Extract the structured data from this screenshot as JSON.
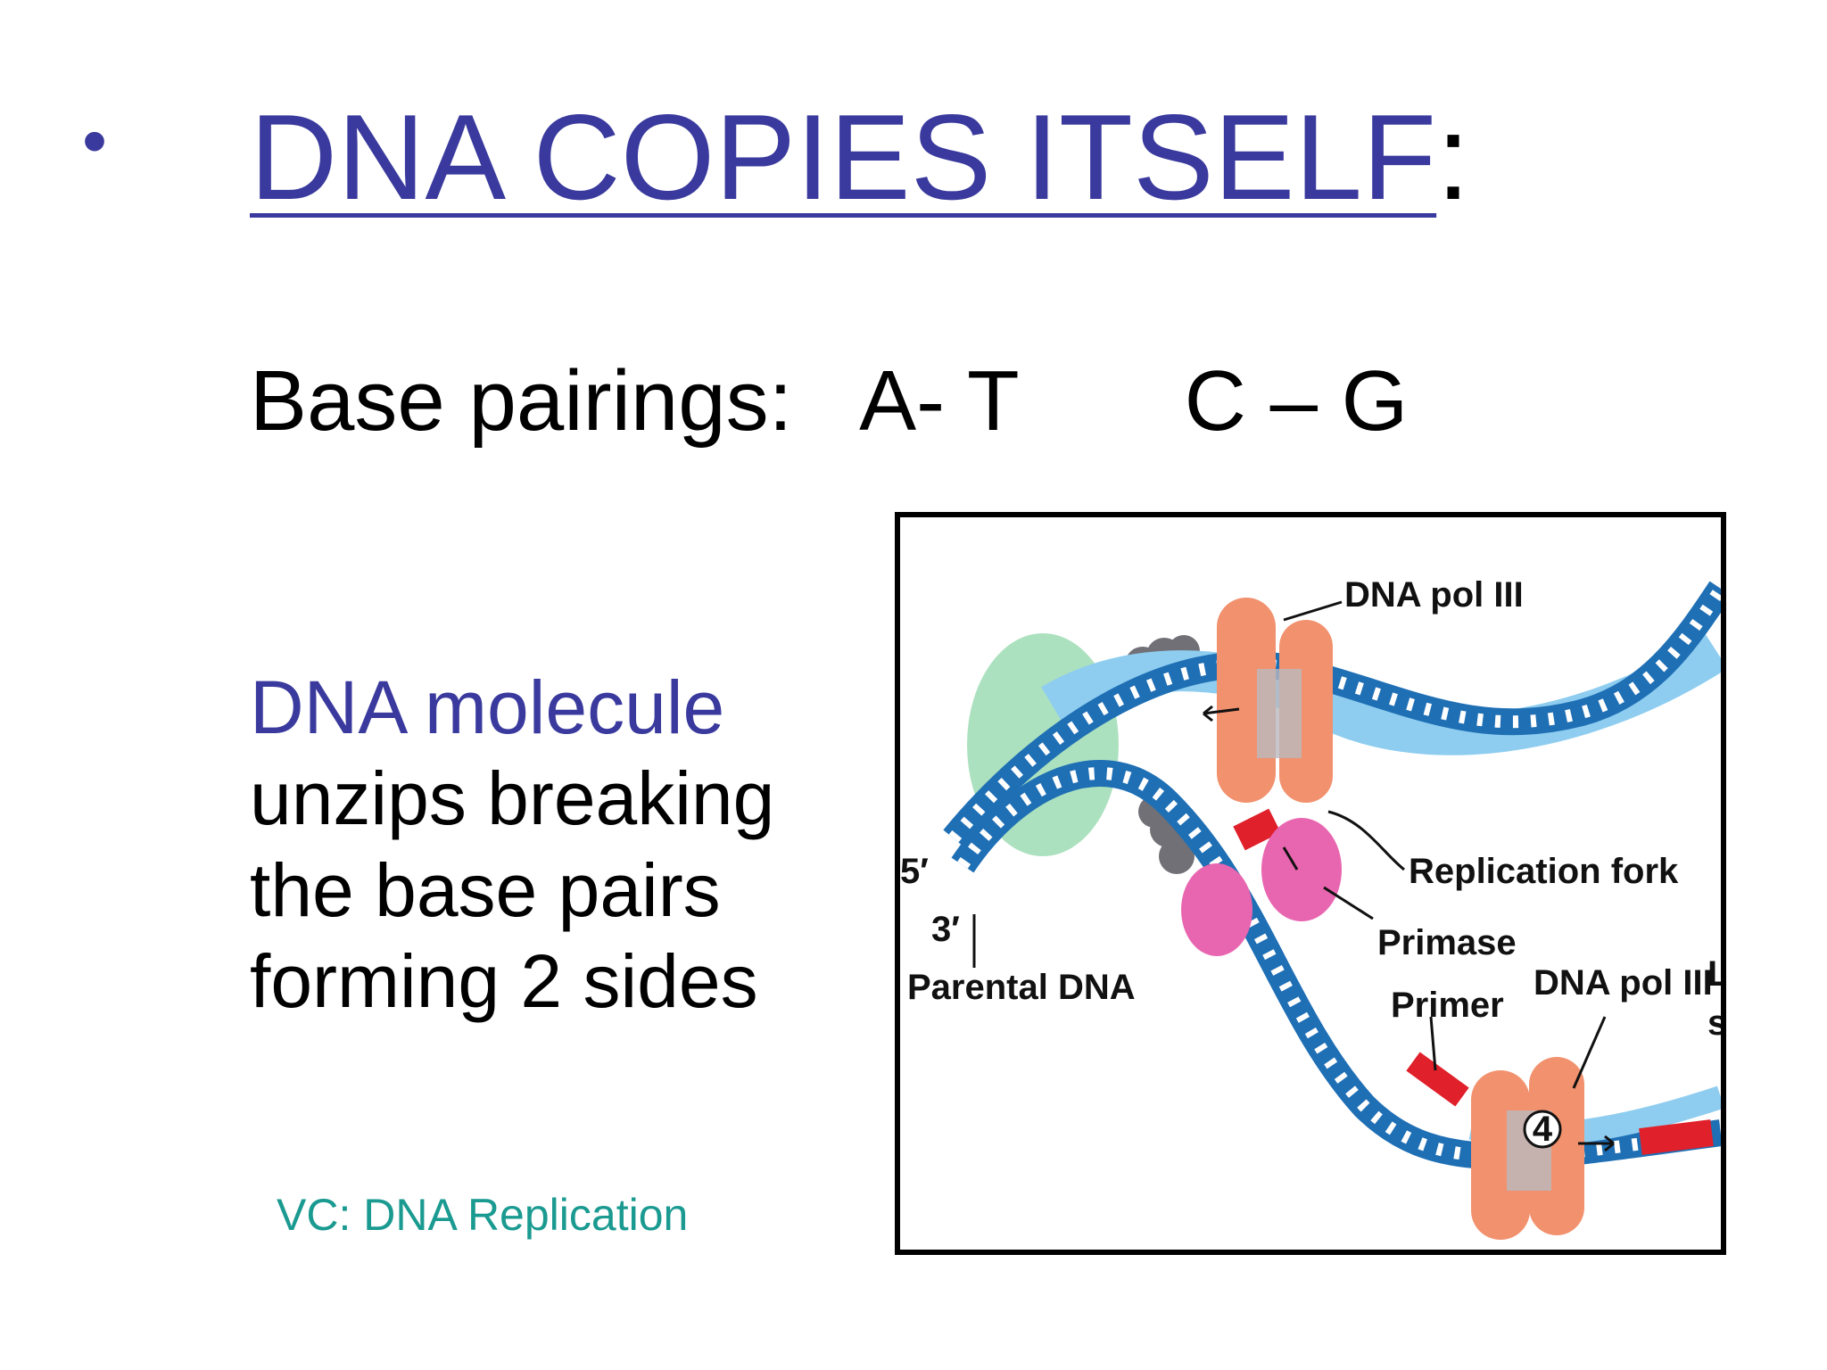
{
  "slide": {
    "bullet": "•",
    "title_link": "DNA COPIES ITSELF",
    "title_suffix": ":",
    "pairings_label": "Base pairings:",
    "pair_1": "A- T",
    "pair_2": "C – G",
    "molecule_text": "DNA molecule",
    "desc_line_1": "unzips breaking",
    "desc_line_2": "the base pairs",
    "desc_line_3": "forming 2 sides",
    "video_caption": "VC: DNA Replication"
  },
  "figure": {
    "labels": {
      "pol_top": "DNA pol III",
      "fork": "Replication fork",
      "primase": "Primase",
      "parental": "Parental DNA",
      "primer": "Primer",
      "pol_bottom": "DNA pol III",
      "five_prime": "5′",
      "three_prime": "3′",
      "step": "4",
      "cut_1": "L",
      "cut_2": "s"
    },
    "colors": {
      "strand_dark": "#1f6fb5",
      "strand_light": "#8ecdf0",
      "polymerase": "#f2916e",
      "primase": "#e866b0",
      "helicase": "#8fd9a8",
      "primer": "#e0202a",
      "ssb": "#6d6d72"
    }
  }
}
